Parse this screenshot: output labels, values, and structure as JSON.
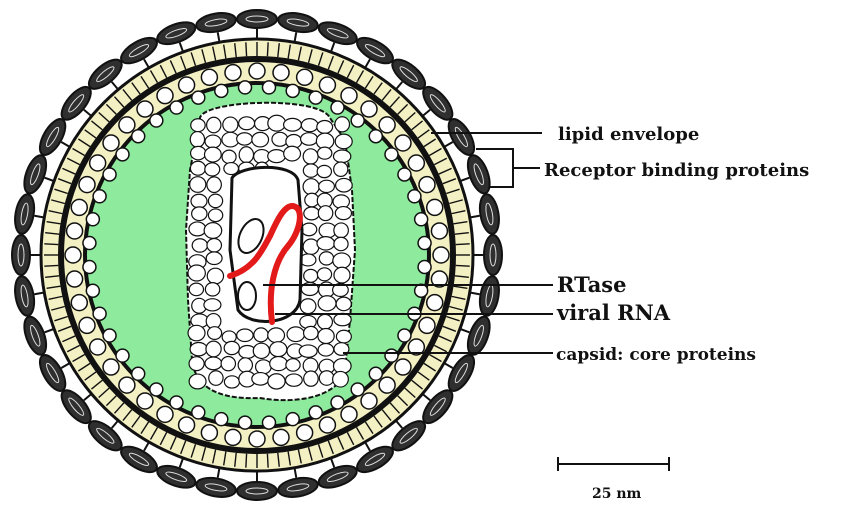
{
  "diagram": {
    "labels": {
      "lipid_envelope": "lipid envelope",
      "receptor_binding_proteins": "Receptor binding proteins",
      "rtase": "RTase",
      "viral_rna": "viral RNA",
      "capsid": "capsid: core proteins"
    },
    "scale_bar": {
      "label": "25 nm"
    },
    "colors": {
      "interior": "#8eeb9d",
      "membrane": "#f3f0c3",
      "spike_fill": "#2f2f2f",
      "rna": "#e31a1a",
      "outline": "#111111",
      "subunit_fill": "#ffffff"
    }
  }
}
